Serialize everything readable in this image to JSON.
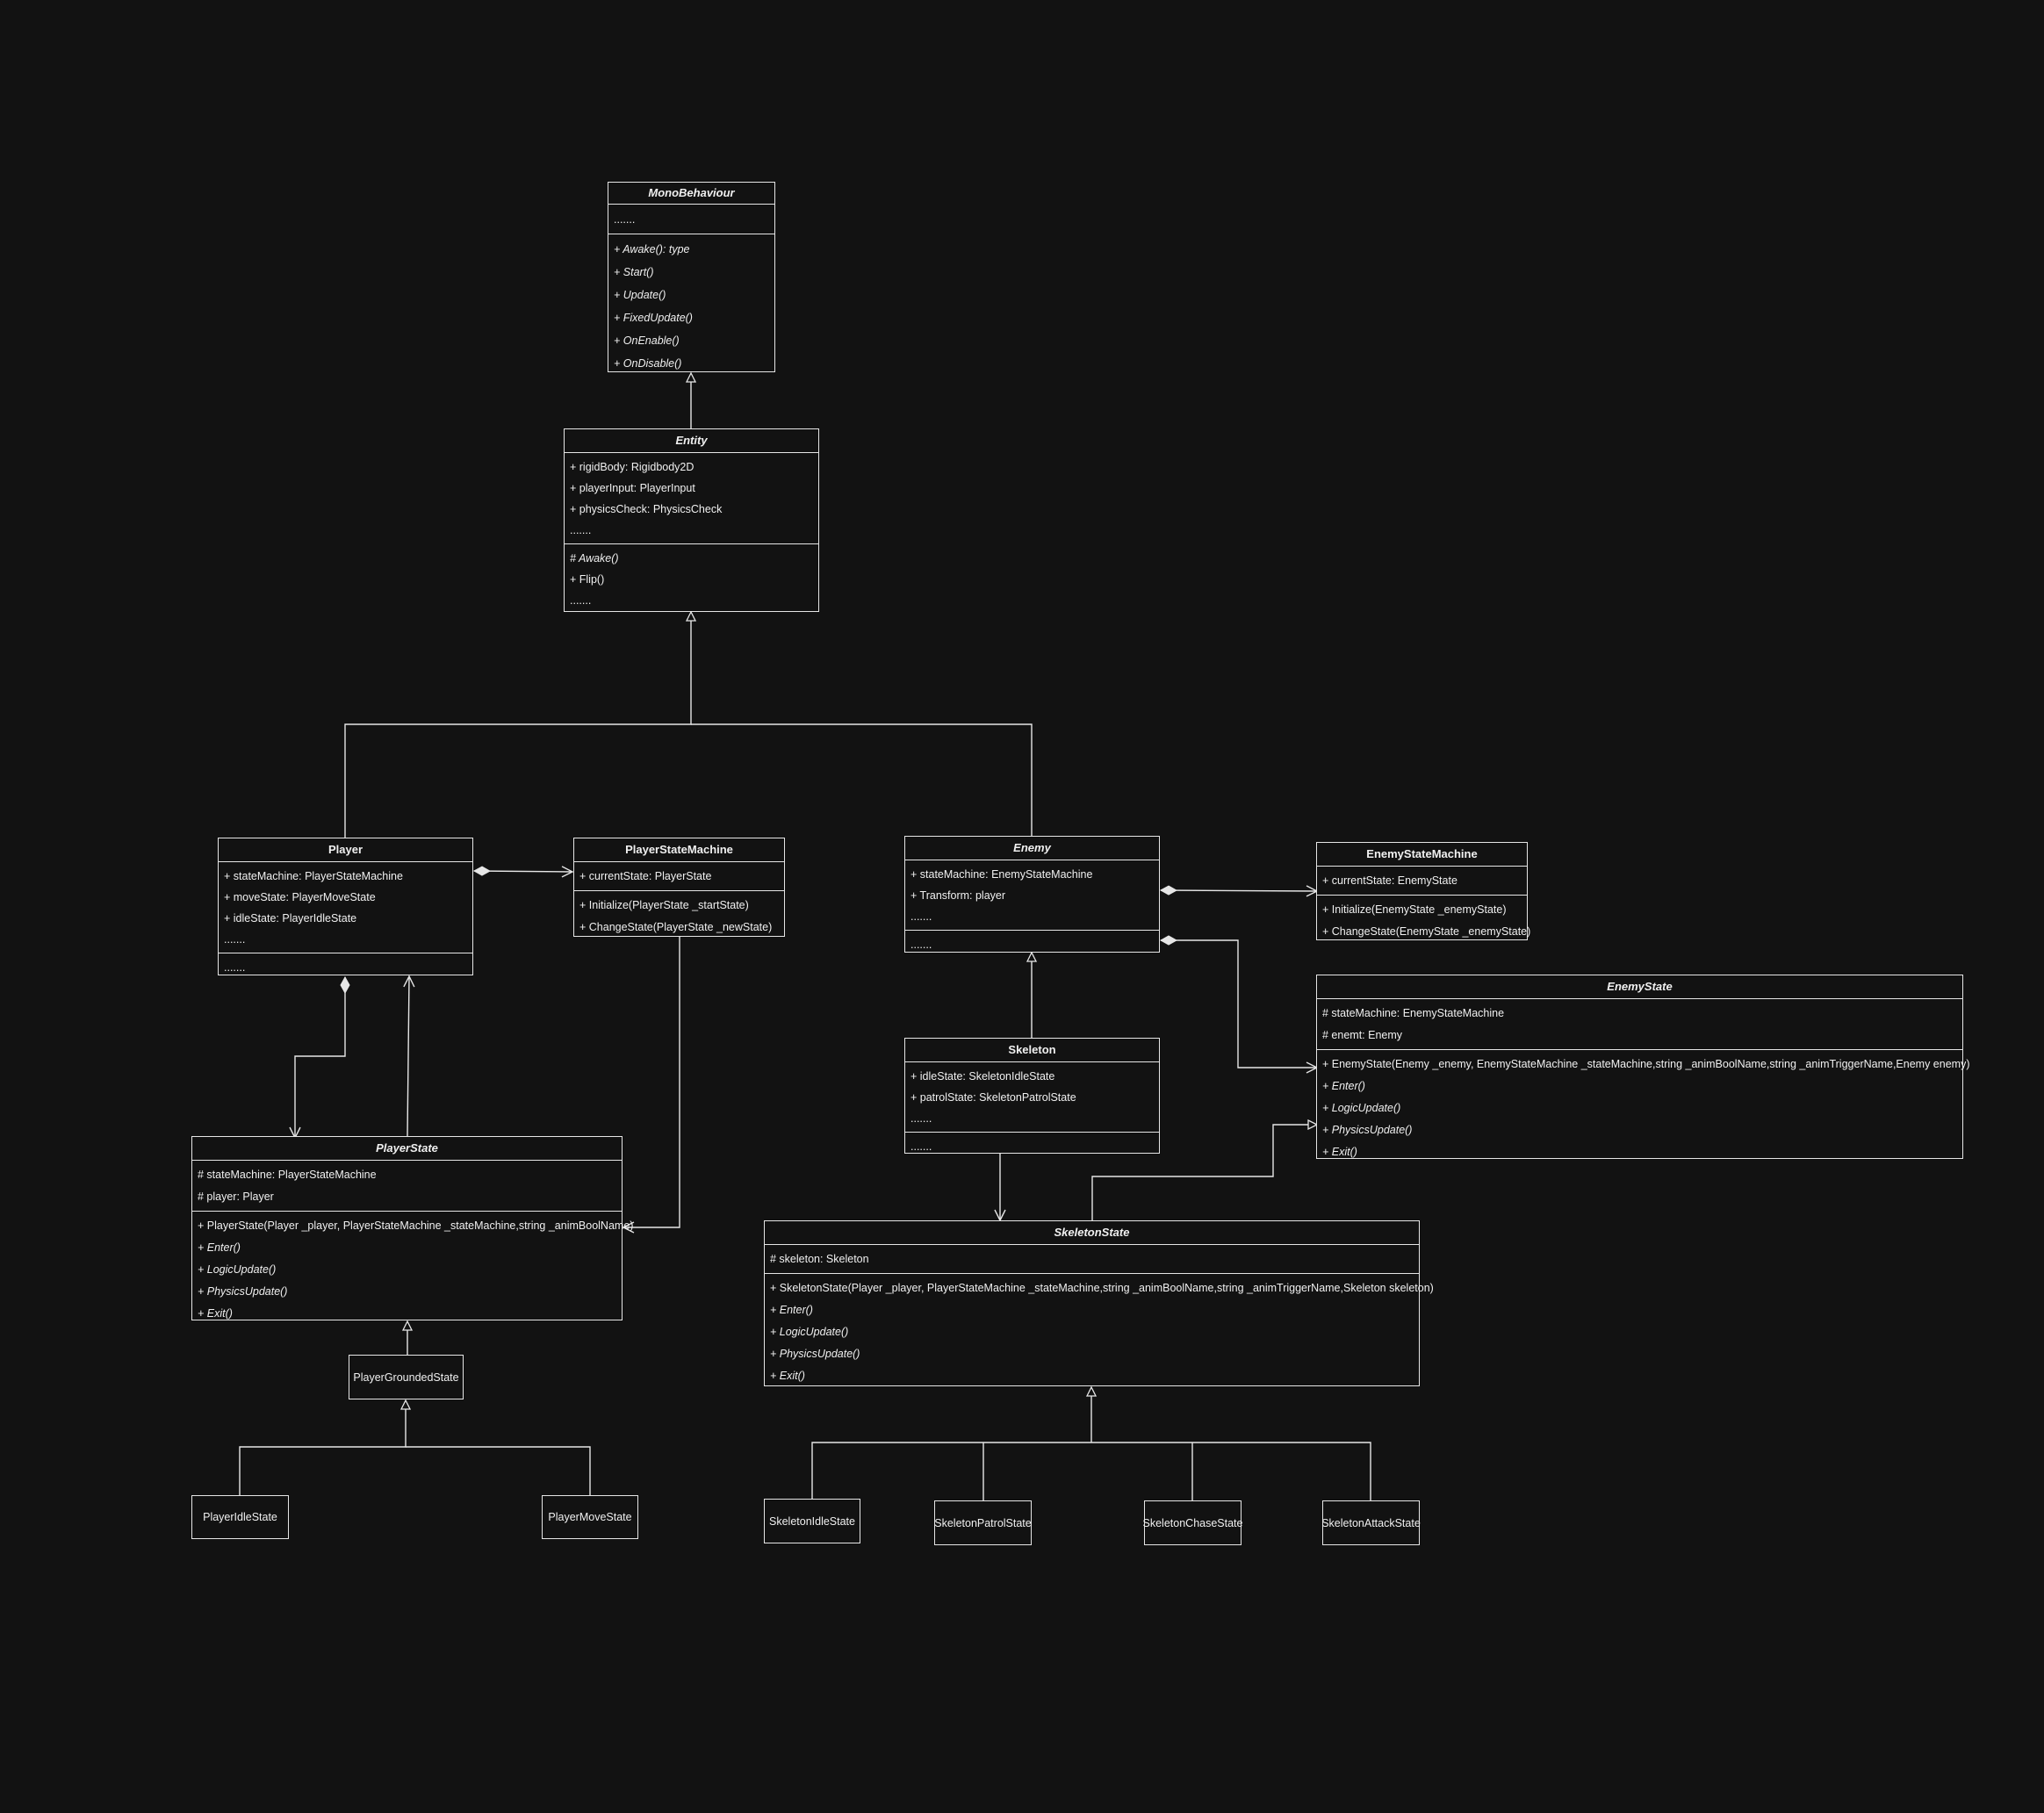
{
  "colors": {
    "background": "#121212",
    "line": "#e6e6e6",
    "text": "#f0f0f0"
  },
  "classes": {
    "monobehaviour": {
      "name": "MonoBehaviour",
      "fields": [
        {
          "text": "......."
        }
      ],
      "methods": [
        {
          "text": "+ Awake(): type"
        },
        {
          "text": "+ Start()"
        },
        {
          "text": "+ Update()"
        },
        {
          "text": "+ FixedUpdate()"
        },
        {
          "text": "+ OnEnable()"
        },
        {
          "text": "+ OnDisable()"
        }
      ]
    },
    "entity": {
      "name": "Entity",
      "fields": [
        {
          "text": "+ rigidBody: Rigidbody2D"
        },
        {
          "text": "+ playerInput: PlayerInput"
        },
        {
          "text": "+ physicsCheck: PhysicsCheck"
        },
        {
          "text": "......."
        }
      ],
      "methods": [
        {
          "text": "# Awake()"
        },
        {
          "text": "+ Flip()"
        },
        {
          "text": "......."
        }
      ]
    },
    "player": {
      "name": "Player",
      "fields": [
        {
          "text": "+ stateMachine: PlayerStateMachine"
        },
        {
          "text": "+ moveState: PlayerMoveState"
        },
        {
          "text": "+ idleState: PlayerIdleState"
        },
        {
          "text": "......."
        }
      ],
      "methods": [
        {
          "text": "......."
        }
      ]
    },
    "player_state_machine": {
      "name": "PlayerStateMachine",
      "fields": [
        {
          "text": "+ currentState: PlayerState"
        }
      ],
      "methods": [
        {
          "text": "+ Initialize(PlayerState _startState)"
        },
        {
          "text": "+ ChangeState(PlayerState _newState)"
        }
      ]
    },
    "enemy": {
      "name": "Enemy",
      "fields": [
        {
          "text": "+ stateMachine: EnemyStateMachine"
        },
        {
          "text": "+ Transform: player"
        },
        {
          "text": "......."
        }
      ],
      "methods": [
        {
          "text": "......."
        }
      ]
    },
    "enemy_state_machine": {
      "name": "EnemyStateMachine",
      "fields": [
        {
          "text": "+ currentState: EnemyState"
        }
      ],
      "methods": [
        {
          "text": "+ Initialize(EnemyState _enemyState)"
        },
        {
          "text": "+ ChangeState(EnemyState _enemyState)"
        }
      ]
    },
    "enemy_state": {
      "name": "EnemyState",
      "fields": [
        {
          "text": "# stateMachine: EnemyStateMachine"
        },
        {
          "text": "# enemt: Enemy"
        }
      ],
      "methods": [
        {
          "text": "+ EnemyState(Enemy _enemy, EnemyStateMachine _stateMachine,string _animBoolName,string _animTriggerName,Enemy enemy)"
        },
        {
          "text": "+ Enter()"
        },
        {
          "text": "+ LogicUpdate()"
        },
        {
          "text": "+ PhysicsUpdate()"
        },
        {
          "text": "+ Exit()"
        }
      ]
    },
    "skeleton": {
      "name": "Skeleton",
      "fields": [
        {
          "text": "+ idleState: SkeletonIdleState"
        },
        {
          "text": "+ patrolState: SkeletonPatrolState"
        },
        {
          "text": "......."
        }
      ],
      "methods": [
        {
          "text": "......."
        }
      ]
    },
    "player_state": {
      "name": "PlayerState",
      "fields": [
        {
          "text": "# stateMachine: PlayerStateMachine"
        },
        {
          "text": "# player: Player"
        }
      ],
      "methods": [
        {
          "text": "+ PlayerState(Player _player, PlayerStateMachine _stateMachine,string _animBoolName)"
        },
        {
          "text": "+ Enter()"
        },
        {
          "text": "+ LogicUpdate()"
        },
        {
          "text": "+ PhysicsUpdate()"
        },
        {
          "text": "+ Exit()"
        }
      ]
    },
    "skeleton_state": {
      "name": "SkeletonState",
      "fields": [
        {
          "text": "# skeleton: Skeleton"
        }
      ],
      "methods": [
        {
          "text": "+ SkeletonState(Player _player, PlayerStateMachine _stateMachine,string _animBoolName,string _animTriggerName,Skeleton skeleton)"
        },
        {
          "text": "+ Enter()"
        },
        {
          "text": "+ LogicUpdate()"
        },
        {
          "text": "+ PhysicsUpdate()"
        },
        {
          "text": "+ Exit()"
        }
      ]
    }
  },
  "simple_classes": {
    "player_grounded_state": "PlayerGroundedState",
    "player_idle_state": "PlayerIdleState",
    "player_move_state": "PlayerMoveState",
    "skeleton_idle_state": "SkeletonIdleState",
    "skeleton_patrol_state": "SkeletonPatrolState",
    "skeleton_chase_state": "SkeletonChaseState",
    "skeleton_attack_state": "SkeletonAttackState"
  }
}
